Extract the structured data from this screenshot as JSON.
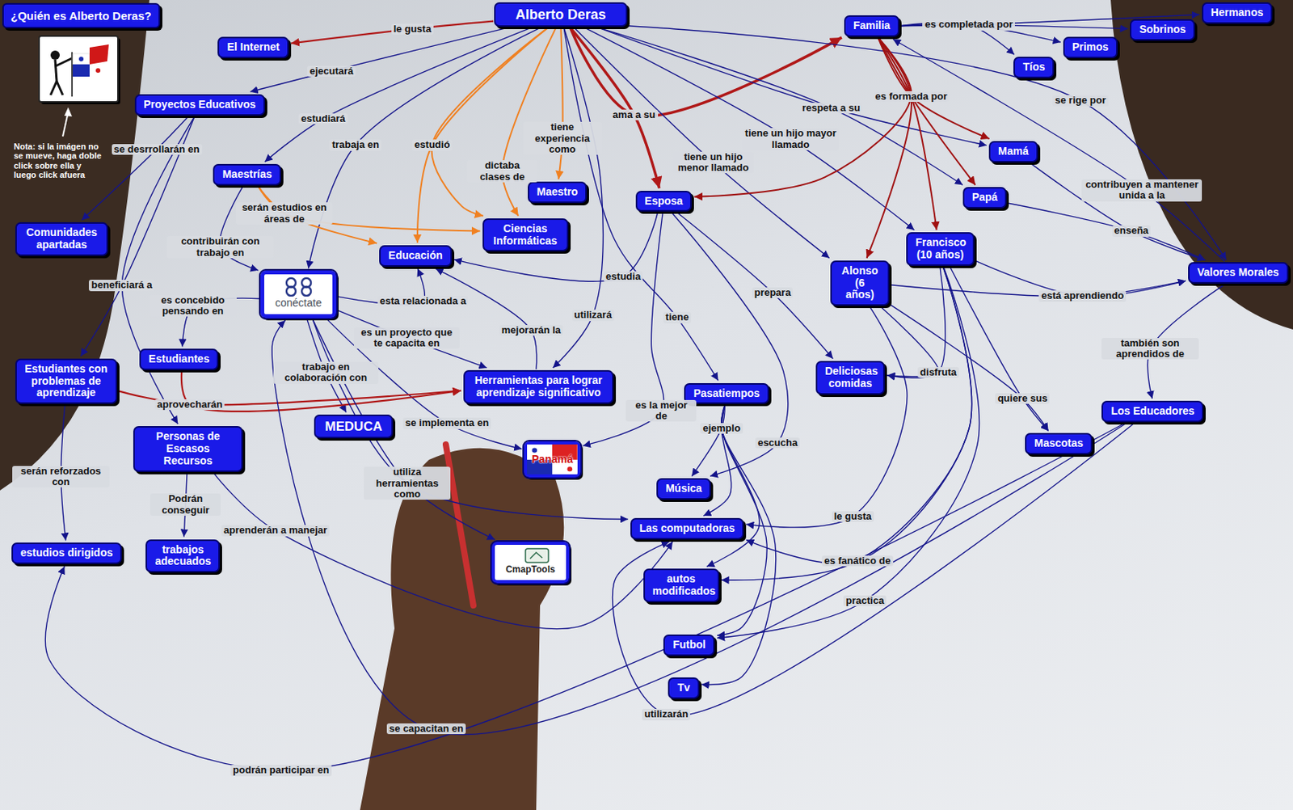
{
  "diagram": {
    "title": "¿Quién es Alberto Deras?",
    "nodes": [
      {
        "text": [
          "Alberto Deras"
        ]
      },
      {
        "text": [
          "El Internet"
        ]
      },
      {
        "text": [
          "Familia"
        ]
      },
      {
        "text": [
          "Hermanos"
        ]
      },
      {
        "text": [
          "Sobrinos"
        ]
      },
      {
        "text": [
          "Primos"
        ]
      },
      {
        "text": [
          "Tíos"
        ]
      },
      {
        "text": [
          "Proyectos Educativos"
        ]
      },
      {
        "text": [
          "Mamá"
        ]
      },
      {
        "text": [
          "Maestrías"
        ]
      },
      {
        "text": [
          "Maestro"
        ]
      },
      {
        "text": [
          "Esposa"
        ]
      },
      {
        "text": [
          "Papá"
        ]
      },
      {
        "text": [
          "Comunidades apartadas"
        ]
      },
      {
        "text": [
          "Ciencias Informáticas"
        ]
      },
      {
        "text": [
          "Francisco (10 años)"
        ]
      },
      {
        "text": [
          "Educación"
        ]
      },
      {
        "text": [
          "Valores Morales"
        ]
      },
      {
        "text": [
          "Alonso (6 años)"
        ]
      },
      {
        "text": [
          "conéctate"
        ]
      },
      {
        "text": [
          "Estudiantes"
        ]
      },
      {
        "text": [
          "Deliciosas comidas"
        ]
      },
      {
        "text": [
          "Estudiantes con problemas de aprendizaje"
        ]
      },
      {
        "text": [
          "Herramientas para lograr aprendizaje significativo"
        ]
      },
      {
        "text": [
          "Pasatiempos"
        ]
      },
      {
        "text": [
          "Los Educadores"
        ]
      },
      {
        "text": [
          "MEDUCA"
        ]
      },
      {
        "text": [
          "Personas de Escasos Recursos"
        ]
      },
      {
        "text": [
          "Mascotas"
        ]
      },
      {
        "text": [
          "Panamá"
        ]
      },
      {
        "text": [
          "Música"
        ]
      },
      {
        "text": [
          "Las computadoras"
        ]
      },
      {
        "text": [
          "estudios dirigidos"
        ]
      },
      {
        "text": [
          "trabajos adecuados"
        ]
      },
      {
        "text": [
          "CmapTools"
        ]
      },
      {
        "text": [
          "autos modificados"
        ]
      },
      {
        "text": [
          "Futbol"
        ]
      },
      {
        "text": [
          "Tv"
        ]
      }
    ],
    "edges": [
      {
        "from": 0,
        "to": 1,
        "label": "le gusta",
        "arrow": "to"
      },
      {
        "from": 0,
        "to": 7,
        "label": "ejecutará",
        "arrow": "to"
      },
      {
        "from": 0,
        "to": 9,
        "label": "estudiará",
        "arrow": "to"
      },
      {
        "from": 0,
        "to": 19,
        "label": "trabaja en",
        "arrow": "to"
      },
      {
        "from": 0,
        "to": 16,
        "label": "estudió",
        "arrow": "to"
      },
      {
        "from": 0,
        "to": 14,
        "arrow": "to"
      },
      {
        "from": 0,
        "to": 14,
        "label": "dictaba clases de",
        "arrow": "to"
      },
      {
        "from": 0,
        "to": 10,
        "label": "tiene experiencia como",
        "arrow": "to"
      },
      {
        "from": 0,
        "to": 2,
        "label": "ama a su",
        "arrow": "to"
      },
      {
        "from": 0,
        "to": 11,
        "arrow": "to"
      },
      {
        "from": 0,
        "to": 23,
        "label": "utilizará",
        "arrow": "to"
      },
      {
        "from": 0,
        "to": 24,
        "label": "tiene",
        "arrow": "to"
      },
      {
        "from": 0,
        "to": 18,
        "label": "tiene un hijo menor llamado",
        "arrow": "to"
      },
      {
        "from": 0,
        "to": 15,
        "label": "tiene un hijo mayor llamado",
        "arrow": "to"
      },
      {
        "from": 0,
        "to": 8,
        "label": "respeta a su",
        "arrow": "to"
      },
      {
        "from": 0,
        "to": 12,
        "arrow": "to"
      },
      {
        "from": 0,
        "to": 17,
        "label": "se rige por",
        "arrow": "to"
      },
      {
        "from": 2,
        "to": 3,
        "label": "es completada por",
        "arrow": "to"
      },
      {
        "from": 2,
        "to": 4,
        "arrow": "to"
      },
      {
        "from": 2,
        "to": 5,
        "arrow": "to"
      },
      {
        "from": 2,
        "to": 6,
        "arrow": "to"
      },
      {
        "from": 2,
        "to": 8,
        "label": "es formada por",
        "arrow": "to"
      },
      {
        "from": 2,
        "to": 12,
        "arrow": "to"
      },
      {
        "from": 2,
        "to": 15,
        "arrow": "to"
      },
      {
        "from": 2,
        "to": 18,
        "arrow": "to"
      },
      {
        "from": 2,
        "to": 11,
        "arrow": "to"
      },
      {
        "from": 11,
        "to": 16,
        "label": "estudia",
        "arrow": "to"
      },
      {
        "from": 11,
        "to": 29,
        "label": "es la mejor de",
        "arrow": "to"
      },
      {
        "from": 11,
        "to": 21,
        "label": "prepara",
        "arrow": "to"
      },
      {
        "from": 11,
        "to": 30,
        "label": "escucha",
        "arrow": "to"
      },
      {
        "from": 17,
        "to": 2,
        "label": "contribuyen a mantener unida a la",
        "arrow": "to"
      },
      {
        "from": 8,
        "to": 17,
        "label": "enseña",
        "arrow": "to"
      },
      {
        "from": 12,
        "to": 17,
        "arrow": "to"
      },
      {
        "from": 18,
        "to": 17,
        "label": "está aprendiendo",
        "arrow": "to"
      },
      {
        "from": 15,
        "to": 17,
        "arrow": "to"
      },
      {
        "from": 17,
        "to": 25,
        "label": "también son aprendidos de",
        "arrow": "to"
      },
      {
        "from": 18,
        "to": 21,
        "label": "disfruta",
        "arrow": "to"
      },
      {
        "from": 15,
        "to": 21,
        "arrow": "to"
      },
      {
        "from": 18,
        "to": 28,
        "label": "quiere sus",
        "arrow": "to"
      },
      {
        "from": 15,
        "to": 28,
        "arrow": "to"
      },
      {
        "from": 18,
        "to": 31,
        "label": "le gusta",
        "arrow": "to"
      },
      {
        "from": 15,
        "to": 35,
        "label": "es fanático de",
        "arrow": "to"
      },
      {
        "from": 15,
        "to": 31,
        "arrow": "to"
      },
      {
        "from": 15,
        "to": 36,
        "label": "practica",
        "arrow": "to"
      },
      {
        "from": 24,
        "to": 30,
        "label": "ejemplo",
        "arrow": "to"
      },
      {
        "from": 24,
        "to": 31,
        "arrow": "to"
      },
      {
        "from": 24,
        "to": 35,
        "arrow": "to"
      },
      {
        "from": 24,
        "to": 36,
        "arrow": "to"
      },
      {
        "from": 24,
        "to": 37,
        "arrow": "to"
      },
      {
        "from": 9,
        "to": 14,
        "label": "serán estudios en áreas de",
        "arrow": "to"
      },
      {
        "from": 9,
        "to": 16,
        "arrow": "to"
      },
      {
        "from": 9,
        "to": 19,
        "label": "contribuirán con trabajo en",
        "arrow": "to"
      },
      {
        "from": 7,
        "to": 13,
        "label": "se desrrollarán en",
        "arrow": "to"
      },
      {
        "from": 7,
        "to": 22,
        "label": "beneficiará a",
        "arrow": "to"
      },
      {
        "from": 7,
        "to": 27,
        "arrow": "to"
      },
      {
        "from": 19,
        "to": 20,
        "label": "es concebido pensando en",
        "arrow": "to"
      },
      {
        "from": 19,
        "to": 16,
        "label": "esta relacionada a",
        "arrow": "to"
      },
      {
        "from": 19,
        "to": 23,
        "label": "es un proyecto que te capacita en",
        "arrow": "to"
      },
      {
        "from": 19,
        "to": 26,
        "label": "trabajo en colaboración con",
        "arrow": "to"
      },
      {
        "from": 19,
        "to": 29,
        "label": "se implementa en",
        "arrow": "to"
      },
      {
        "from": 20,
        "to": 23,
        "label": "aprovecharán",
        "arrow": "to"
      },
      {
        "from": 22,
        "to": 23,
        "arrow": "to"
      },
      {
        "from": 22,
        "to": 32,
        "label": "serán reforzados con",
        "arrow": "to"
      },
      {
        "from": 27,
        "to": 33,
        "label": "Podrán conseguir",
        "arrow": "to"
      },
      {
        "from": 27,
        "to": 31,
        "label": "aprenderán a manejar",
        "arrow": "to"
      },
      {
        "from": 19,
        "to": 34,
        "label": "utiliza herramientas como",
        "arrow": "to"
      },
      {
        "from": 19,
        "to": 31,
        "arrow": "to"
      },
      {
        "from": 23,
        "to": 16,
        "label": "mejorarán la",
        "arrow": "to"
      },
      {
        "from": 25,
        "to": 19,
        "label": "se capacitan en",
        "arrow": "to"
      },
      {
        "from": 25,
        "to": 31,
        "label": "utilizarán",
        "arrow": "to"
      },
      {
        "from": 25,
        "to": 32,
        "label": "podrán participar en",
        "arrow": "to"
      }
    ],
    "labels": [
      "Nota: si la imágen no se mueve, haga doble click sobre ella y luego click afuera"
    ]
  }
}
